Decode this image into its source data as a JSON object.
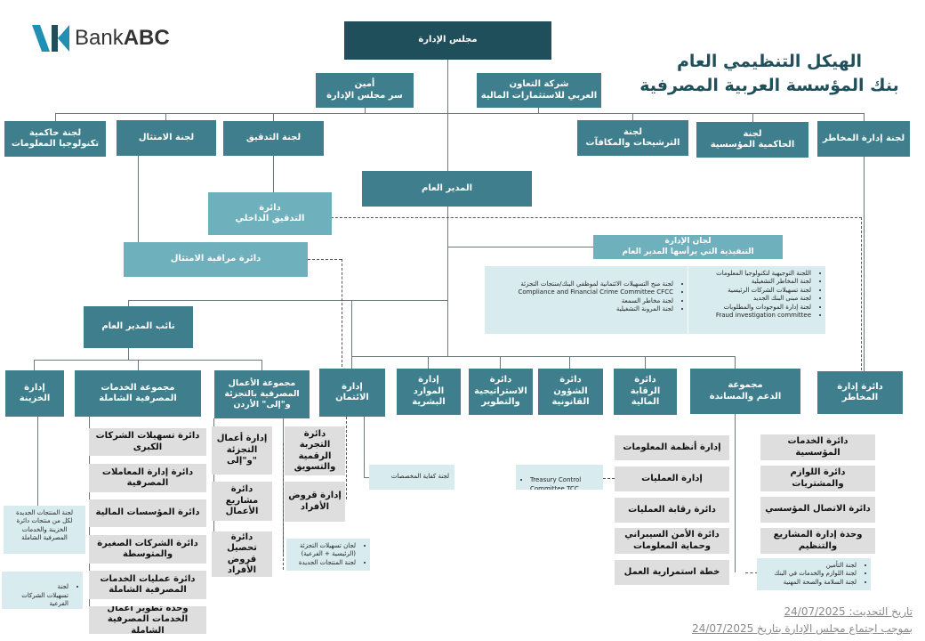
{
  "logo": {
    "brand": "Bank",
    "brand_bold": "ABC"
  },
  "title": {
    "line1": "الهيكل التنظيمي العام",
    "line2": "بنك المؤسسة العربية المصرفية"
  },
  "board": "مجلس الإدارة",
  "board_secretary": "أمين\nسر مجلس الإدارة",
  "arab_coop": "شركة التعاون\nالعربي للاستثمارات المالية",
  "committees": {
    "it_governance": "لجنة حاكمية\nتكنولوجيا المعلومات",
    "compliance": "لجنة الامتثال",
    "audit": "لجنة التدقيق",
    "nominations": "لجنة\nالترشيحات والمكافآت",
    "corporate_governance": "لجنة\nالحاكمية المؤسسية",
    "risk": "لجنة إدارة المخاطر"
  },
  "gm": "المدير العام",
  "internal_audit": "دائرة\nالتدقيق الداخلي",
  "exec_committees": "لجان الإدارة\nالتنفيذية التي يرأسها المدير العام",
  "compliance_monitoring": "دائرة مراقبة الامتثال",
  "exec_list_right": [
    "اللجنة التوجيهية لتكنولوجيا المعلومات",
    "لجنة المخاطر التشغيلية",
    "لجنة تسهيلات الشركات الرئيسية",
    "لجنة مبنى البنك الجديد",
    "لجنة إدارة الموجودات والمطلوبات",
    "Fraud investigation committee"
  ],
  "exec_list_left": [
    "لجنة منح التسهيلات الائتمانية لموظفي البنك/منتجات التجزئة",
    "Compliance and Financial Crime Committee  CFCC",
    "لجنة مخاطر السمعة",
    "لجنة المرونة التشغيلية"
  ],
  "deputy_gm": "نائب المدير العام",
  "row2": {
    "treasury": "إدارة\nالخزينة",
    "comprehensive_banking": "مجموعة الخدمات\nالمصرفية الشاملة",
    "retail_group": "مجموعة الأعمال\nالمصرفية بالتجزئة\nو\"إلى\" الأردن",
    "credit": "إدارة\nالائتمان",
    "hr": "إدارة\nالموارد\nالبشرية",
    "strategy": "دائرة\nالاستراتيجية\nوالتطوير",
    "legal": "دائرة\nالشؤون\nالقانونية",
    "financial_control": "دائرة\nالرقابة\nالمالية",
    "support": "مجموعة\nالدعم والمساندة",
    "risk_mgmt": "دائرة إدارة\nالمخاطر"
  },
  "cb_children": [
    "دائرة تسهيلات الشركات\nالكبرى",
    "دائرة إدارة المعاملات\nالمصرفية",
    "دائرة المؤسسات المالية",
    "دائرة الشركات الصغيرة\nوالمتوسطة",
    "دائرة عمليات الخدمات\nالمصرفية الشاملة",
    "وحدة تطوير أعمال\nالخدمات المصرفية الشاملة"
  ],
  "retail_left": [
    "إدارة أعمال\nالتجزئة\nو\"إلى\"",
    "دائرة مشاريع\nالأعمال",
    "دائرة تحصيل\nقروض الأفراد"
  ],
  "retail_right": [
    "دائرة التجربة\nالرقمية\nوالتسويق",
    "إدارة قروض\nالأفراد"
  ],
  "credit_note": "لجنة كفاية المخصصات",
  "retail_note": [
    "لجان تسهيلات التجزئة\n(الرئيسية + الفرعية)",
    "لجنة المنتجات الجديدة"
  ],
  "treasury_note1": "لجنة المنتجات الجديدة\nلكل من منتجات دائرة\nالخزينة والخدمات\nالمصرفية الشاملة",
  "treasury_note2": "لجنة\nتسهيلات الشركات\nالفرعية",
  "support_left": [
    "إدارة أنظمة المعلومات",
    "إدارة العمليات",
    "دائرة رقابة العمليات",
    "دائرة الأمن السيبراني\nوحماية المعلومات",
    "خطة استمرارية العمل"
  ],
  "support_right": [
    "دائرة الخدمات المؤسسية",
    "دائرة اللوازم والمشتريات",
    "دائرة الاتصال المؤسسي",
    "وحدة إدارة المشاريع\nوالتنظيم"
  ],
  "tcc_note": "Treasury Control\nCommittee TCC",
  "support_note": [
    "لجنة التأمين",
    "لجنة اللوازم والخدمات في البنك",
    "لجنة السلامة والصحة المهنية"
  ],
  "footer": {
    "updated": "تاريخ التحديث: 24/07/2025",
    "approved": "بموجب اجتماع مجلس الإدارة بتاريخ  24/07/2025"
  },
  "colors": {
    "dark": "#1f4f5a",
    "mid": "#3f7f8d",
    "light": "#6fb0bd",
    "grey": "#dedede",
    "note": "#d8ebee"
  }
}
